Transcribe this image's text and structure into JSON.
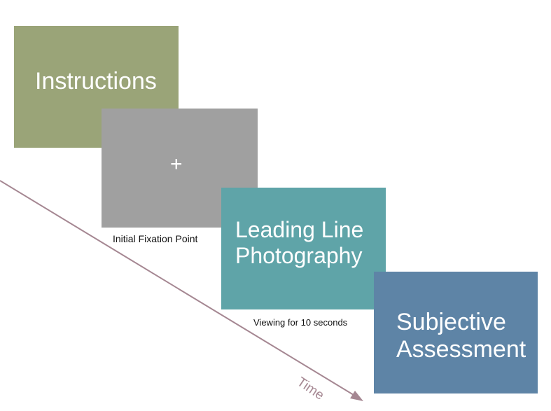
{
  "colors": {
    "instructions": "#9aa478",
    "fixation": "#a0a0a0",
    "photo": "#5fa4a8",
    "assessment": "#5e84a6",
    "timeline": "#a58792"
  },
  "cards": {
    "instructions": {
      "text": "Instructions"
    },
    "fixation": {
      "text": "+"
    },
    "photo": {
      "text": "Leading Line\nPhotography"
    },
    "assessment": {
      "text": "Subjective\nAssessment"
    }
  },
  "captions": {
    "fixation": "Initial Fixation Point",
    "viewing": "Viewing for 10 seconds"
  },
  "timeline": {
    "label": "Time"
  }
}
